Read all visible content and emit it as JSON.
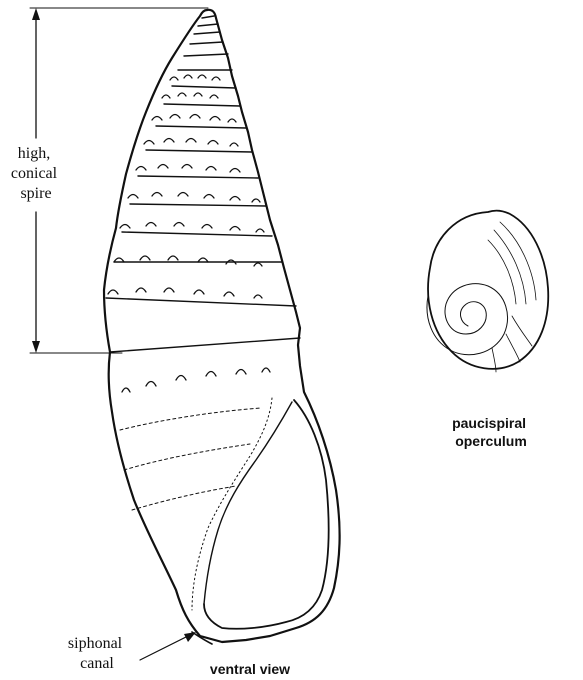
{
  "labels": {
    "spire": [
      "high,",
      "conical",
      "spire"
    ],
    "canal": [
      "siphonal",
      "canal"
    ],
    "ventral": "ventral view",
    "operculum": [
      "paucispiral",
      "operculum"
    ]
  },
  "colors": {
    "ink": "#111111",
    "background": "#ffffff"
  }
}
